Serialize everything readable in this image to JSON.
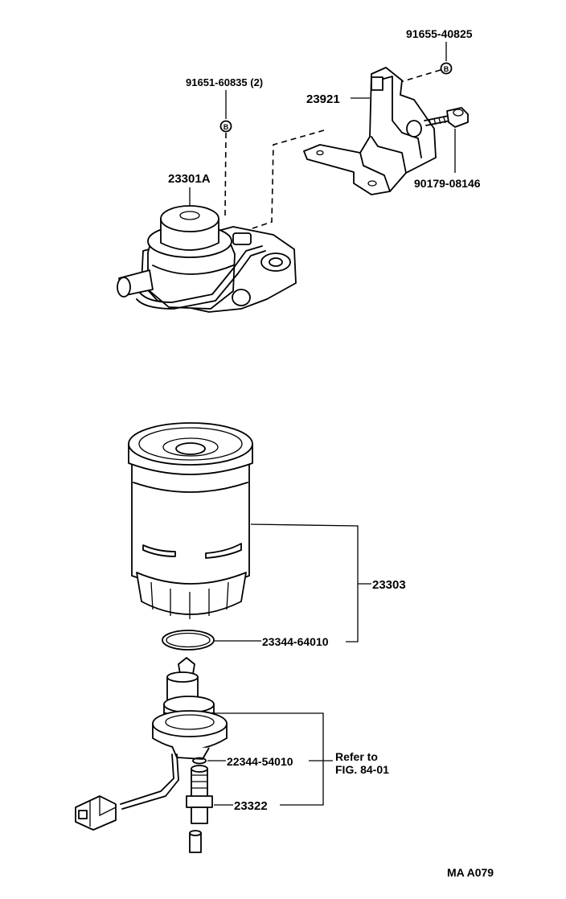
{
  "callouts": {
    "bolt_top_right": "91655-40825",
    "bracket": "23921",
    "bolt_left_qty": "91651-60835 (2)",
    "bolt_bracket_side": "90179-08146",
    "filter_housing": "23301A",
    "filter_element": "23303",
    "o_ring": "23344-64010",
    "small_o_ring": "22344-54010",
    "sensor": "23322",
    "refer_line1": "Refer to",
    "refer_line2": "FIG. 84-01",
    "figure_code": "MA A079"
  },
  "icons": {
    "fastener_symbol": "B"
  }
}
